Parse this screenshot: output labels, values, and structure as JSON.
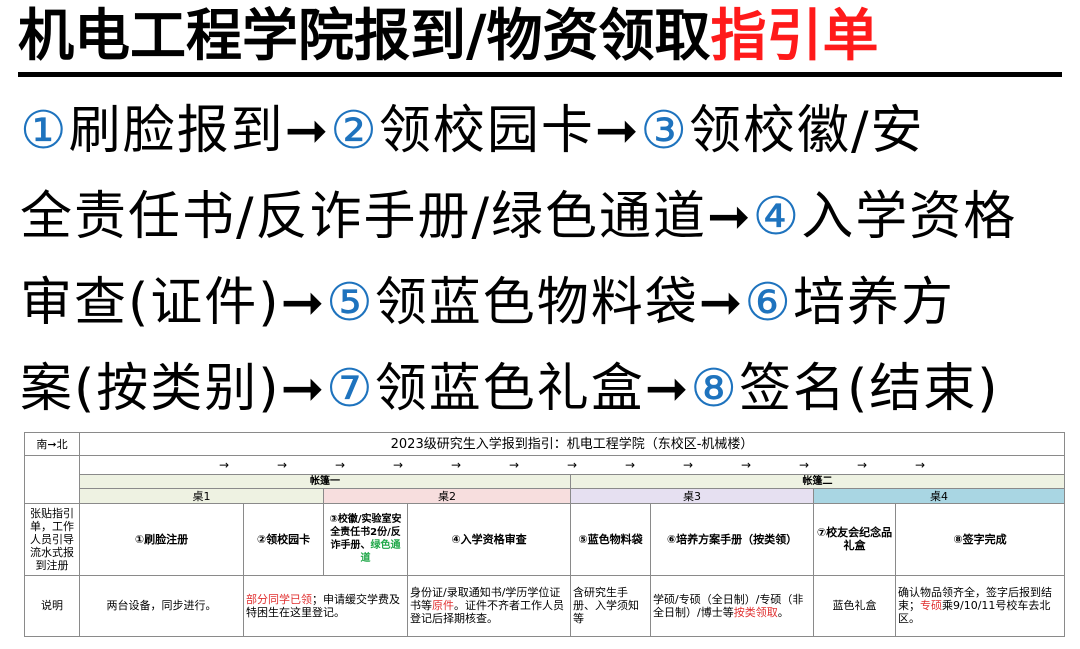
{
  "title": {
    "main": "机电工程学院报到/物资领取",
    "highlight": "指引单"
  },
  "steps": {
    "line1": {
      "n1": "①",
      "t1": "刷脸报到➞",
      "n2": "②",
      "t2": "领校园卡➞",
      "n3": "③",
      "t3": "领校徽/安"
    },
    "line2": {
      "t1": "全责任书/反诈手册/绿色通道➞",
      "n4": "④",
      "t2": "入学资格"
    },
    "line3": {
      "t1": "审查(证件)➞",
      "n5": "⑤",
      "t2": "领蓝色物料袋➞",
      "n6": "⑥",
      "t3": "培养方"
    },
    "line4": {
      "t1": "案(按类别)➞",
      "n7": "⑦",
      "t2": "领蓝色礼盒➞",
      "n8": "⑧",
      "t3": "签名(结束)"
    }
  },
  "table": {
    "direction": "南➞北",
    "header": "2023级研究生入学报到指引：机电工程学院（东校区-机械楼）",
    "arrows": [
      "→",
      "→",
      "→",
      "→",
      "→",
      "→",
      "→",
      "→",
      "→",
      "→",
      "→",
      "→",
      "→"
    ],
    "tent1": "帐篷一",
    "tent2": "帐篷二",
    "desks": [
      "桌1",
      "桌2",
      "桌3",
      "桌4"
    ],
    "side_label": "张贴指引单，工作人员引导流水式报到注册",
    "items": {
      "i1": "①刷脸注册",
      "i2": "②领校园卡",
      "i3a": "③校徽/实验室安全责任书2份/反诈手册、",
      "i3b": "绿色通道",
      "i4": "④入学资格审查",
      "i5": "⑤蓝色物料袋",
      "i6": "⑥培养方案手册（按类领）",
      "i7": "⑦校友会纪念品礼盒",
      "i8": "⑧签字完成"
    },
    "note_label": "说明",
    "notes": {
      "n1": "两台设备，同步进行。",
      "n2a": "部分同学已领",
      "n2b": "；申请缓交学费及特困生在这里登记。",
      "n3a": "身份证/录取通知书/学历学位证书等",
      "n3b": "原件",
      "n3c": "。证件不齐者工作人员登记后择期核查。",
      "n4": "含研究生手册、入学须知等",
      "n5a": "学硕/专硕（全日制）/专硕（非全日制）/博士等",
      "n5b": "按类领取",
      "n5c": "。",
      "n6": "蓝色礼盒",
      "n7a": "确认物品领齐全，签字后报到结束；",
      "n7b": "专硕",
      "n7c": "乘9/10/11号校车去北区。"
    }
  },
  "colors": {
    "title_highlight": "#ff1a1a",
    "step_number": "#1e73be",
    "desk1": "#eef2e2",
    "desk2": "#f7dede",
    "desk3": "#e6e0f1",
    "desk4": "#a9d6e3",
    "green_text": "#22a84a",
    "red_text": "#e03030"
  }
}
